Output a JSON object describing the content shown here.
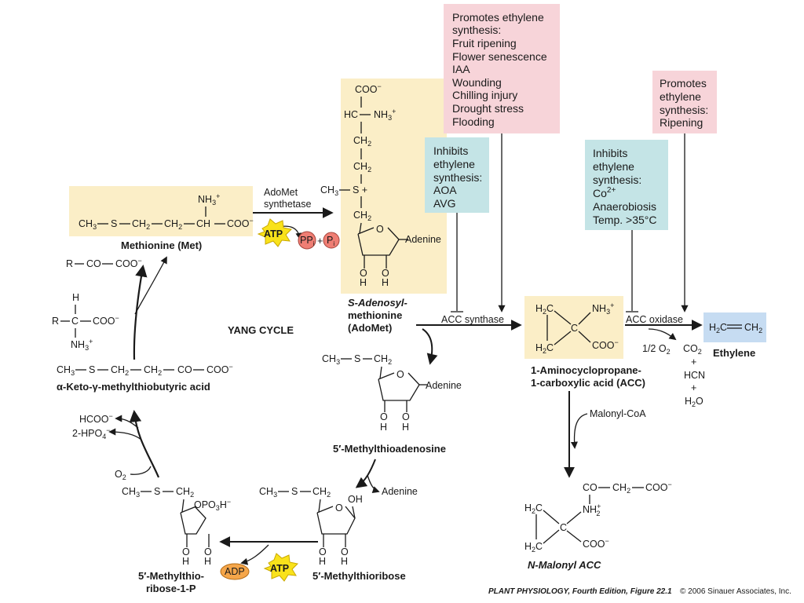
{
  "promote1": {
    "lines": [
      "Promotes ethylene",
      "synthesis:",
      "Fruit ripening",
      "Flower senescence",
      "IAA",
      "Wounding",
      "Chilling injury",
      "Drought stress",
      "Flooding"
    ],
    "color": "#f7d4d9"
  },
  "promote2": {
    "lines": [
      "Promotes",
      "ethylene",
      "synthesis:",
      "Ripening"
    ],
    "color": "#f7d4d9"
  },
  "inhibit1": {
    "lines": [
      "Inhibits",
      "ethylene",
      "synthesis:",
      "AOA",
      "AVG"
    ],
    "color": "#c4e4e6"
  },
  "inhibit2": {
    "lines": [
      "Inhibits",
      "ethylene",
      "synthesis:",
      "Co",
      "Anaerobiosis",
      "Temp. >35°C"
    ],
    "co_sup": "2+",
    "color": "#c4e4e6"
  },
  "colors": {
    "molecule_box": "#fbeec7",
    "ethylene_box": "#c6dcf2",
    "atp": "#f9e21b",
    "pp": "#ef7e74",
    "adp": "#f5a64a"
  },
  "compounds": {
    "methionine": "Methionine (Met)",
    "adomet_1": "S-Adenosyl-",
    "adomet_2": "methionine",
    "adomet_3": "(AdoMet)",
    "acc_1": "1-Aminocyclopropane-",
    "acc_2": "1-carboxylic acid (ACC)",
    "ethylene": "Ethylene",
    "mta": "5′-Methylthioadenosine",
    "mtr": "5′-Methylthioribose",
    "mtrp_1": "5′-Methylthio-",
    "mtrp_2": "ribose-1-P",
    "keto": "α-Keto-γ-methylthiobutyric acid",
    "malonyl_acc": "N-Malonyl ACC"
  },
  "enzymes": {
    "adomet_synthetase_1": "AdoMet",
    "adomet_synthetase_2": "synthetase",
    "acc_synthase": "ACC synthase",
    "acc_oxidase": "ACC oxidase"
  },
  "cycle": "YANG CYCLE",
  "cofactors": {
    "atp": "ATP",
    "adp": "ADP",
    "pp": "PP",
    "pi": "P",
    "sub_i": "i",
    "adenine": "Adenine",
    "o2": "O",
    "half_o2": "1/2 O",
    "co2": "CO",
    "hcn": "HCN",
    "h2o": "H",
    "malonyl_coa": "Malonyl-CoA",
    "hcoo": "HCOO",
    "hpo4": "2-HPO"
  },
  "footer": {
    "source": "PLANT PHYSIOLOGY, Fourth Edition, Figure 22.1",
    "copyright": "© 2006 Sinauer Associates, Inc."
  }
}
